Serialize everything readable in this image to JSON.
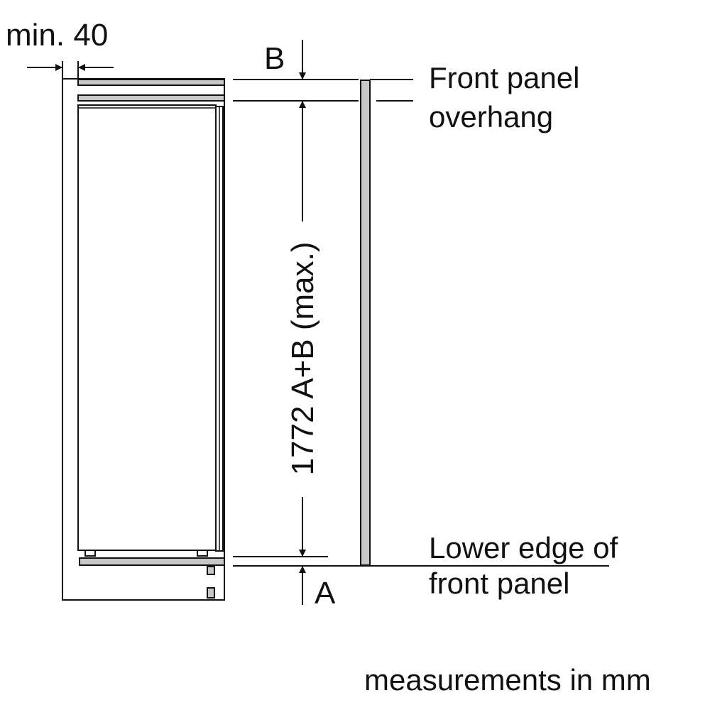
{
  "labels": {
    "min_clearance": "min. 40",
    "b": "B",
    "a": "A",
    "height_dimension": "1772 A+B (max.)",
    "top_note_line1": "Front panel",
    "top_note_line2": "overhang",
    "bottom_note_line1": "Lower edge of",
    "bottom_note_line2": "front panel",
    "units_note": "measurements in mm"
  },
  "colors": {
    "line": "#111111",
    "panel_fill": "#c8c8c8",
    "background": "#ffffff"
  }
}
